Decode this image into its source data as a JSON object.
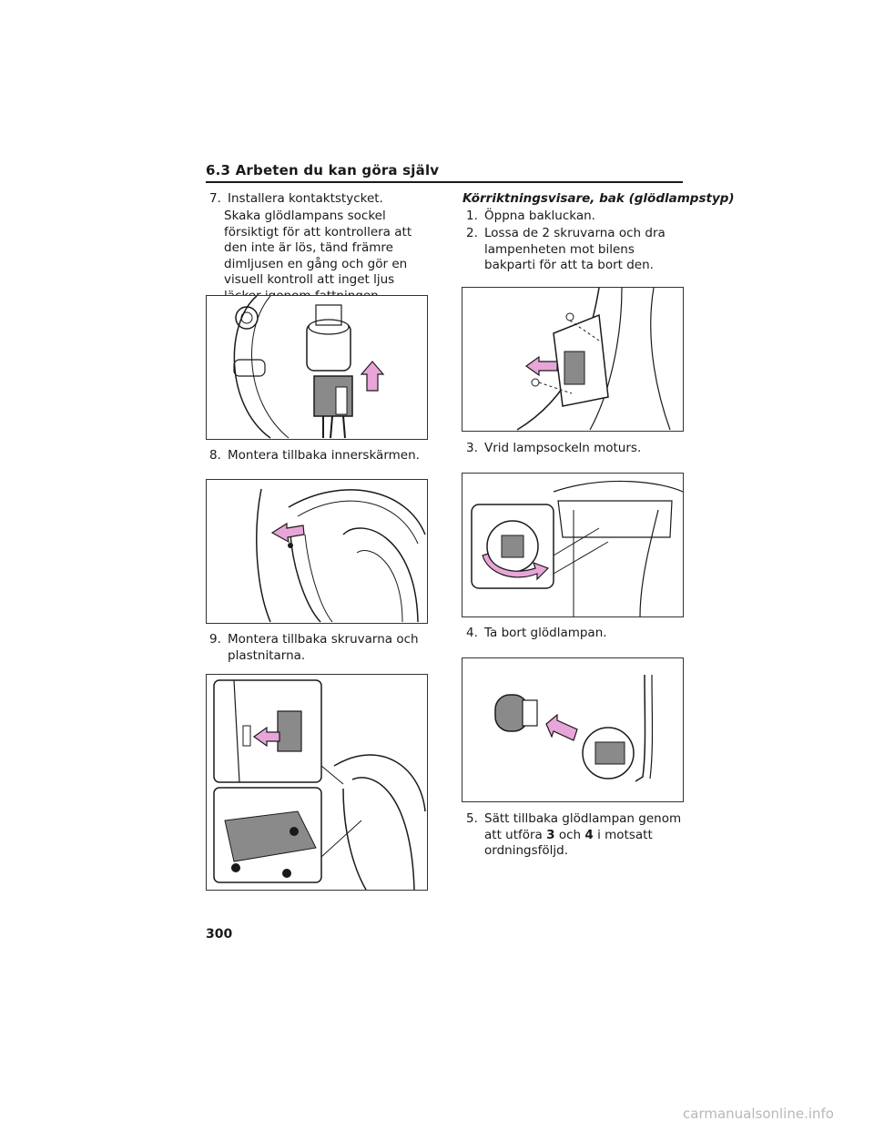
{
  "header": {
    "section_title": "6.3  Arbeten du kan göra själv"
  },
  "left_column": {
    "step7": {
      "number": "7.",
      "text": "Installera kontaktstycket."
    },
    "step7_note": "Skaka glödlampans sockel försiktigt för att kontrollera att den inte är lös, tänd främre dimljusen en gång och gör en visuell kontroll att inget ljus läcker igenom fattningen.",
    "step8": {
      "number": "8.",
      "text": "Montera tillbaka innerskärmen."
    },
    "step9": {
      "number": "9.",
      "text": "Montera tillbaka skruvarna och plastnitarna."
    }
  },
  "right_column": {
    "subheading": "Körriktningsvisare, bak (glödlampstyp)",
    "step1": {
      "number": "1.",
      "text": "Öppna bakluckan."
    },
    "step2": {
      "number": "2.",
      "text": "Lossa de 2 skruvarna och dra lampenheten mot bilens bakparti för att ta bort den."
    },
    "step3": {
      "number": "3.",
      "text": "Vrid lampsockeln moturs."
    },
    "step4": {
      "number": "4.",
      "text": "Ta bort glödlampan."
    },
    "step5": {
      "number": "5.",
      "text_before": "Sätt tillbaka glödlampan genom att utföra",
      "ref_a": "3",
      "text_mid": "och",
      "ref_b": "4",
      "text_after": "i motsatt ordningsföljd."
    }
  },
  "page_number": "300",
  "footer": "carmanualsonline.info",
  "colors": {
    "arrow": "#e8a6d8",
    "arrow_stroke": "#1a1a1a",
    "line": "#1a1a1a",
    "fill_gray": "#8a8a8a"
  }
}
